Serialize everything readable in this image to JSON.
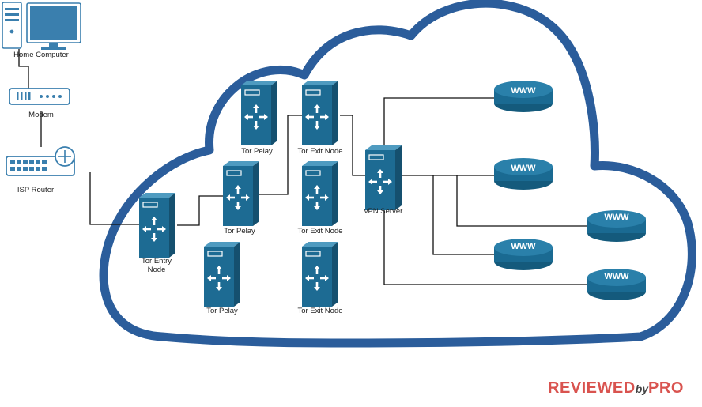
{
  "colors": {
    "cloud": "#2b5d9b",
    "server": "#1d6b93",
    "server_dark": "#15506f",
    "www": "#1a6a92",
    "line": "#111111",
    "brand": "#d9534f"
  },
  "devices": {
    "home_computer": "Home Computer",
    "modem": "Modem",
    "isp_router": "ISP Router"
  },
  "nodes": {
    "tor_relay_top": "Tor Pelay",
    "tor_relay_mid": "Tor Pelay",
    "tor_relay_bottom": "Tor Pelay",
    "tor_exit_top": "Tor Exit Node",
    "tor_exit_mid": "Tor Exit Node",
    "tor_exit_bottom": "Tor Exit Node",
    "tor_entry_line1": "Tor Entry",
    "tor_entry_line2": "Node",
    "vpn_server": "vPN Server"
  },
  "www_label": "WWW",
  "brand": {
    "part1": "REVIEWED",
    "part2": "by",
    "part3": "PRO"
  }
}
